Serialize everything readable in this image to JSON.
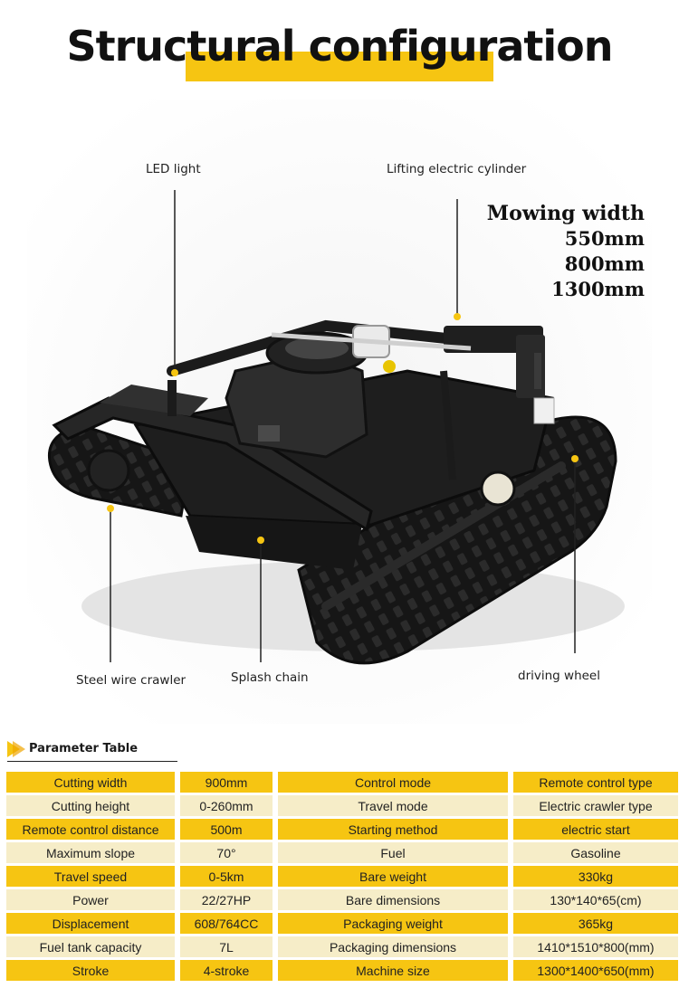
{
  "title": "Structural configuration",
  "callouts": {
    "led_light": "LED light",
    "lifting_cylinder": "Lifting electric cylinder",
    "steel_wire_crawler": "Steel wire crawler",
    "splash_chain": "Splash chain",
    "driving_wheel": "driving wheel"
  },
  "mowing": {
    "heading": "Mowing width",
    "widths": [
      "550mm",
      "800mm",
      "1300mm"
    ]
  },
  "parameter_table": {
    "heading": "Parameter Table",
    "rows": [
      {
        "k1": "Cutting width",
        "v1": "900mm",
        "k2": "Control mode",
        "v2": "Remote control type"
      },
      {
        "k1": "Cutting height",
        "v1": "0-260mm",
        "k2": "Travel mode",
        "v2": "Electric crawler type"
      },
      {
        "k1": "Remote control distance",
        "v1": "500m",
        "k2": "Starting method",
        "v2": "electric start"
      },
      {
        "k1": "Maximum slope",
        "v1": "70°",
        "k2": "Fuel",
        "v2": "Gasoline"
      },
      {
        "k1": "Travel speed",
        "v1": "0-5km",
        "k2": "Bare weight",
        "v2": "330kg"
      },
      {
        "k1": "Power",
        "v1": "22/27HP",
        "k2": "Bare dimensions",
        "v2": "130*140*65(cm)"
      },
      {
        "k1": "Displacement",
        "v1": "608/764CC",
        "k2": "Packaging weight",
        "v2": "365kg"
      },
      {
        "k1": "Fuel tank capacity",
        "v1": "7L",
        "k2": "Packaging dimensions",
        "v2": "1410*1510*800(mm)"
      },
      {
        "k1": "Stroke",
        "v1": "4-stroke",
        "k2": "Machine size",
        "v2": "1300*1400*650(mm)"
      }
    ]
  },
  "colors": {
    "accent": "#f6c512",
    "row_light": "#f6edc8",
    "machine": "#1c1c1c"
  }
}
